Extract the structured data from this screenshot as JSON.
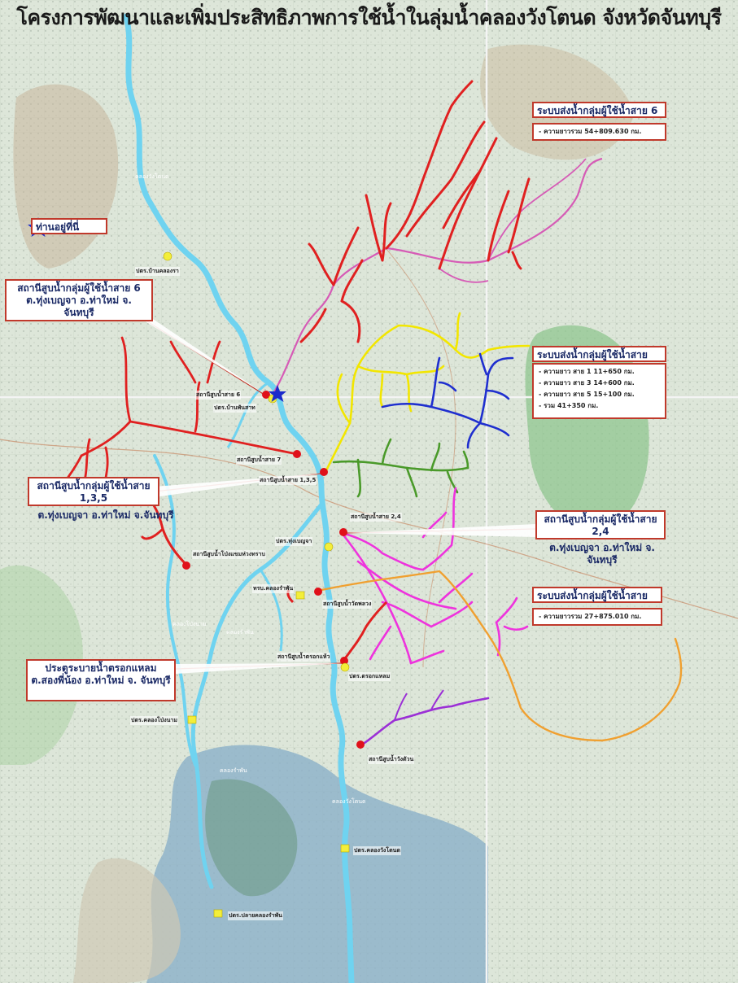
{
  "map": {
    "title": "โครงการพัฒนาและเพิ่มประสิทธิภาพการใช้น้ำในลุ่มน้ำคลองวังโตนด จังหวัดจันทบุรี",
    "you_are_here": "ท่านอยู่ที่นี่",
    "legend_boxes": {
      "line6": {
        "title": "ระบบส่งน้ำกลุ่มผู้ใช้น้ำสาย 6",
        "items": [
          "- ความยาวรวม 54+809.630 กม."
        ]
      },
      "lines135": {
        "title": "ระบบส่งน้ำกลุ่มผู้ใช้น้ำสาย",
        "items": [
          "- ความยาว สาย 1  11+650 กม.",
          "- ความยาว สาย 3  14+600 กม.",
          "- ความยาว สาย 5  15+100 กม.",
          "- รวม  41+350 กม."
        ]
      },
      "lines24": {
        "title": "ระบบส่งน้ำกลุ่มผู้ใช้น้ำสาย",
        "items": [
          "- ความยาวรวม 27+875.010 กม."
        ]
      }
    },
    "callouts": {
      "station6": "สถานีสูบน้ำกลุ่มผู้ใช้น้ำสาย 6 ต.ทุ่งเบญจา อ.ท่าใหม่ จ. จันทบุรี",
      "station135_title": "สถานีสูบน้ำกลุ่มผู้ใช้น้ำสาย 1,3,5",
      "station135_sub": "ต.ทุ่งเบญจา อ.ท่าใหม่ จ.จันทบุรี",
      "station24_title": "สถานีสูบน้ำกลุ่มผู้ใช้น้ำสาย 2,4",
      "station24_sub": "ต.ทุ่งเบญจา อ.ท่าใหม่ จ. จันทบุรี",
      "floodgate": "ประตูระบายน้ำตรอกแหลม ต.สองพี่น้อง อ.ท่าใหม่ จ. จันทบุรี"
    },
    "point_labels": [
      "ปตร.บ้านคลองรา",
      "สถานีสูบน้ำสาย 6",
      "ปตร.บ้านพันสาท",
      "สถานีสูบน้ำสาย 7",
      "สถานีสูบน้ำสาย 1,3,5",
      "สถานีสูบน้ำสาย 2,4",
      "ปตร.ทุ่งเบญจา",
      "สถานีสูบน้ำโป่งแขมห่วงทราบ",
      "ทรบ.คลองรำพัน",
      "สถานีสูบน้ำวัดพลวง",
      "สถานีสูบน้ำตรอกแห้ว",
      "ปตร.ตรอกแหลม",
      "ปตร.คลองโป่งนาม",
      "สถานีสูบน้ำวังตัวน",
      "ปตร.คลองวังโตนด",
      "ปตร.ปลายคลองรำพัน"
    ],
    "river_labels": [
      "คลองวังโตนด",
      "คลองโป่งนาม",
      "คลองรำพัน",
      "คลองรำพัน",
      "คลองวังโตนด"
    ],
    "colors": {
      "river": "#6fd3f0",
      "line6_main": "#e02020",
      "line6_pink": "#d65bb6",
      "line1": "#f2e600",
      "line3": "#1f2fcf",
      "line5": "#4a9a2a",
      "line24": "#ee33dd",
      "orange": "#f0a030",
      "purple": "#9b2fd6",
      "station": "#e0101a",
      "gate": "#f3ee3a",
      "callout_border": "#c0392b"
    }
  }
}
